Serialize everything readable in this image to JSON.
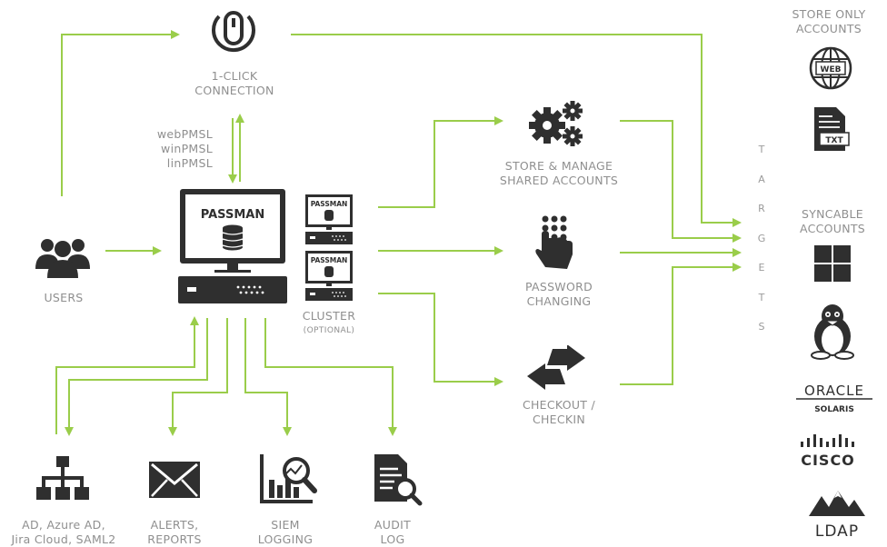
{
  "colors": {
    "arrow": "#9acd4a",
    "icon_dark": "#2f2f2f",
    "text": "#8f8f8f"
  },
  "connection": {
    "line1": "1-CLICK",
    "line2": "CONNECTION",
    "icon": "mouse-icon"
  },
  "protocols": [
    "webPMSL",
    "winPMSL",
    "linPMSL"
  ],
  "server": {
    "brand": "PASSMAN",
    "icon": "computer-server-icon"
  },
  "cluster": {
    "brand": "PASSMAN",
    "label": "CLUSTER",
    "sublabel": "(OPTIONAL)"
  },
  "users": {
    "label": "USERS",
    "icon": "users-icon"
  },
  "functions": {
    "store": {
      "line1": "STORE & MANAGE",
      "line2": "SHARED ACCOUNTS",
      "icon": "gears-icon"
    },
    "password": {
      "line1": "PASSWORD",
      "line2": "CHANGING",
      "icon": "keypad-hand-icon"
    },
    "checkout": {
      "line1": "CHECKOUT /",
      "line2": "CHECKIN",
      "icon": "swap-arrows-icon"
    }
  },
  "bottom": {
    "ad": {
      "line1": "AD, Azure AD,",
      "line2": "Jira Cloud, SAML2",
      "icon": "hierarchy-icon"
    },
    "alerts": {
      "line1": "ALERTS,",
      "line2": "REPORTS",
      "icon": "envelope-icon"
    },
    "siem": {
      "line1": "SIEM",
      "line2": "LOGGING",
      "icon": "chart-magnifier-icon"
    },
    "audit": {
      "line1": "AUDIT",
      "line2": "LOG",
      "icon": "document-magnifier-icon"
    }
  },
  "targets_letters": [
    "T",
    "A",
    "R",
    "G",
    "E",
    "T",
    "S"
  ],
  "targets": {
    "store_only": {
      "line1": "STORE ONLY",
      "line2": "ACCOUNTS"
    },
    "web_label": "WEB",
    "txt_label": "TXT",
    "syncable": {
      "line1": "SYNCABLE",
      "line2": "ACCOUNTS"
    },
    "oracle": {
      "name": "ORACLE",
      "sub": "SOLARIS"
    },
    "cisco": "CISCO",
    "ldap": "LDAP"
  }
}
